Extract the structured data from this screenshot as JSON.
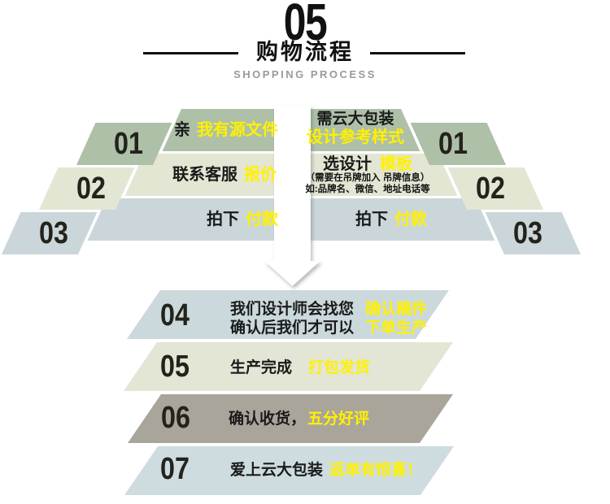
{
  "header": {
    "section_number": "05",
    "title": "购物流程",
    "subtitle": "SHOPPING PROCESS"
  },
  "colors": {
    "green": "#aec0a8",
    "beige": "#e3e6d3",
    "bluegray": "#cbd6da",
    "step04_blue": "#cbd9dc",
    "step05_beige": "#e3e5d5",
    "step06_taupe": "#a9a59b",
    "step07_blue": "#cedce0",
    "highlight_yellow": "#fff100",
    "text_dark": "#1a1a1a",
    "subtitle_gray": "#9a9a9a",
    "arrow_white": "#ffffff"
  },
  "left_steps": [
    {
      "num": "01",
      "black": "亲",
      "yellow": "我有源文件"
    },
    {
      "num": "02",
      "black": "联系客服",
      "yellow": "报价"
    },
    {
      "num": "03",
      "black": "拍下",
      "yellow": "付款"
    }
  ],
  "right_steps": {
    "step1": {
      "num": "01",
      "line1": "需云大包装",
      "line2": "设计参考样式"
    },
    "step2": {
      "num": "02",
      "line1_black": "选设计",
      "line1_yellow": "模板",
      "note1": "（需要在吊牌加入 吊牌信息）",
      "note2": "如:品牌名、微信、地址电话等"
    },
    "step3": {
      "num": "03",
      "black": "拍下",
      "yellow": "付款"
    }
  },
  "bottom_steps": [
    {
      "num": "04",
      "line1_black": "我们设计师会找您",
      "line1_yellow": "确认稿件",
      "line2_black": "确认后我们才可以",
      "line2_yellow": "下单生产"
    },
    {
      "num": "05",
      "black": "生产完成",
      "yellow": "打包发货"
    },
    {
      "num": "06",
      "black": "确认收货，",
      "yellow": "五分好评"
    },
    {
      "num": "07",
      "black": "爱上云大包装",
      "yellow": "返单有惊喜！"
    }
  ]
}
